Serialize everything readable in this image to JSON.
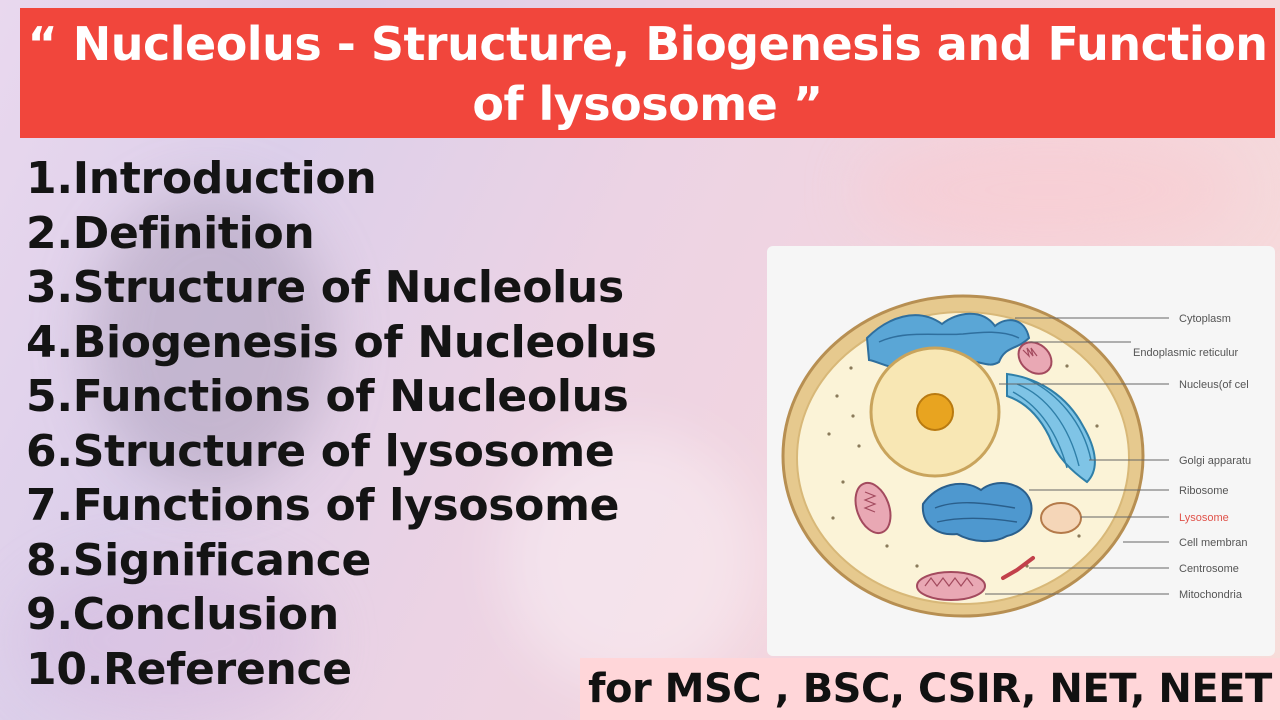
{
  "title": {
    "line1": "“ Nucleolus - Structure, Biogenesis and Function",
    "line2": "of lysosome ”"
  },
  "outline": [
    "1.Introduction",
    "2.Definition",
    "3.Structure of Nucleolus",
    "4.Biogenesis of Nucleolus",
    "5.Functions of Nucleolus",
    "6.Structure of lysosome",
    "7.Functions of lysosome",
    "8.Significance",
    "9.Conclusion",
    "10.Reference"
  ],
  "diagram": {
    "labels": [
      "Cytoplasm",
      "Endoplasmic reticulur",
      "Nucleus(of cel",
      "Golgi apparatu",
      "Ribosome",
      "Lysosome",
      "Cell membran",
      "Centrosome",
      "Mitochondria"
    ],
    "highlight_color": "#e0524a"
  },
  "audience": "for MSC , BSC, CSIR, NET, NEET",
  "colors": {
    "banner": "#f1463c",
    "audience_bg": "#ffd6d9"
  }
}
